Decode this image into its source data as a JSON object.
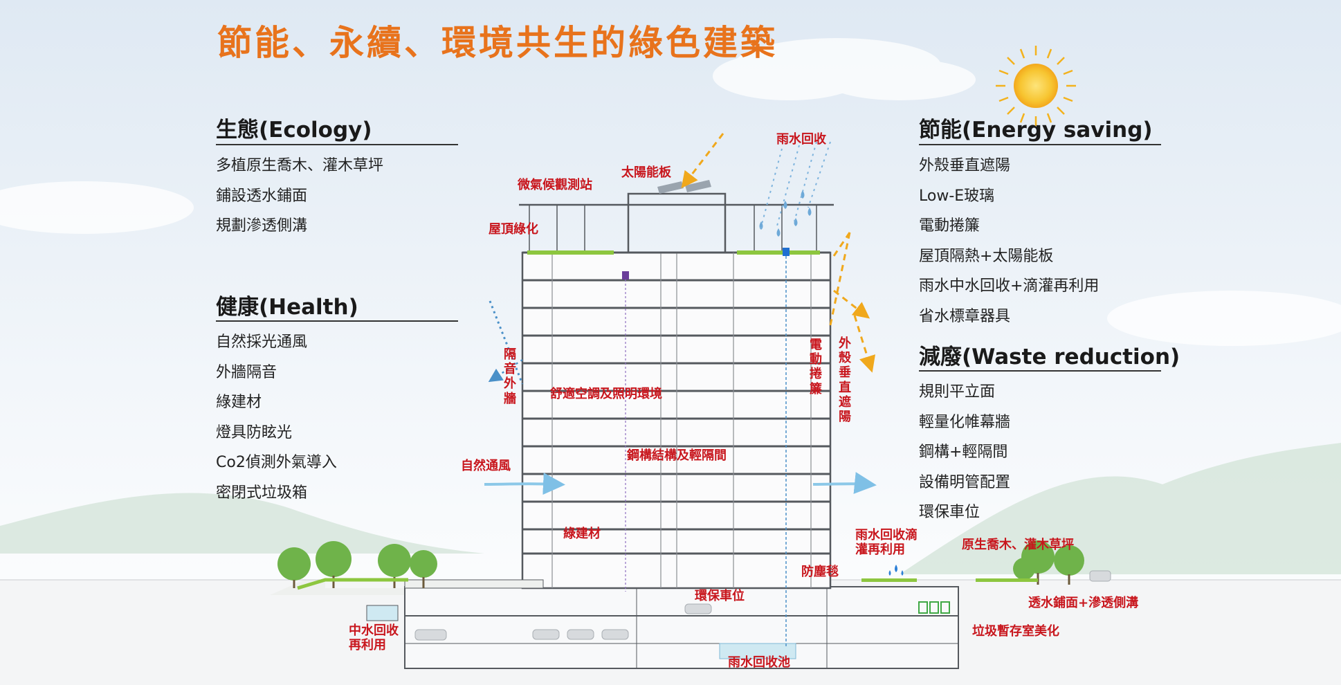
{
  "title": "節能、永續、環境共生的綠色建築",
  "sections": {
    "ecology": {
      "heading": "生態(Ecology)",
      "items": [
        "多植原生喬木、灌木草坪",
        "鋪設透水鋪面",
        "規劃滲透側溝"
      ]
    },
    "health": {
      "heading": "健康(Health)",
      "items": [
        "自然採光通風",
        "外牆隔音",
        "綠建材",
        "燈具防眩光",
        "Co2偵測外氣導入",
        "密閉式垃圾箱"
      ]
    },
    "energy": {
      "heading": "節能(Energy saving)",
      "items": [
        "外殼垂直遮陽",
        "Low-E玻璃",
        "電動捲簾",
        "屋頂隔熱+太陽能板",
        "雨水中水回收+滴灌再利用",
        "省水標章器具"
      ]
    },
    "waste": {
      "heading": "減廢(Waste reduction)",
      "items": [
        "規則平立面",
        "輕量化帷幕牆",
        "鋼構+輕隔間",
        "設備明管配置",
        "環保車位"
      ]
    }
  },
  "labels": {
    "rain_collect": "雨水回收",
    "solar_panel": "太陽能板",
    "weather_station": "微氣候觀測站",
    "roof_green": "屋頂綠化",
    "sound_wall": "隔音外牆",
    "comfort_ac": "舒適空調及照明環境",
    "electric_blind": "電動捲簾",
    "shade_fin": "外殼垂直遮陽",
    "steel_structure": "鋼構結構及輕隔間",
    "natural_vent": "自然通風",
    "green_material": "綠建材",
    "rain_drip": "雨水回收滴灌再利用",
    "dust_mat": "防塵毯",
    "native_trees": "原生喬木、灌木草坪",
    "permeable": "透水鋪面+滲透側溝",
    "eco_parking": "環保車位",
    "grey_water": "中水回收再利用",
    "garbage_room": "垃圾暫存室美化",
    "rain_tank": "雨水回收池"
  },
  "colors": {
    "title": "#e8731c",
    "label_red": "#c8161d",
    "sun": "#f7b21b",
    "solar_arrow": "#f0a81c",
    "rain": "#4a90c8",
    "wind": "#8cc8e8",
    "green_roof": "#8dc63f",
    "building_line": "#55595e"
  },
  "icons": [
    "sun-icon",
    "cloud-icon",
    "tree-icon",
    "car-icon",
    "person-icon",
    "recycle-bin-icon",
    "fountain-icon"
  ]
}
